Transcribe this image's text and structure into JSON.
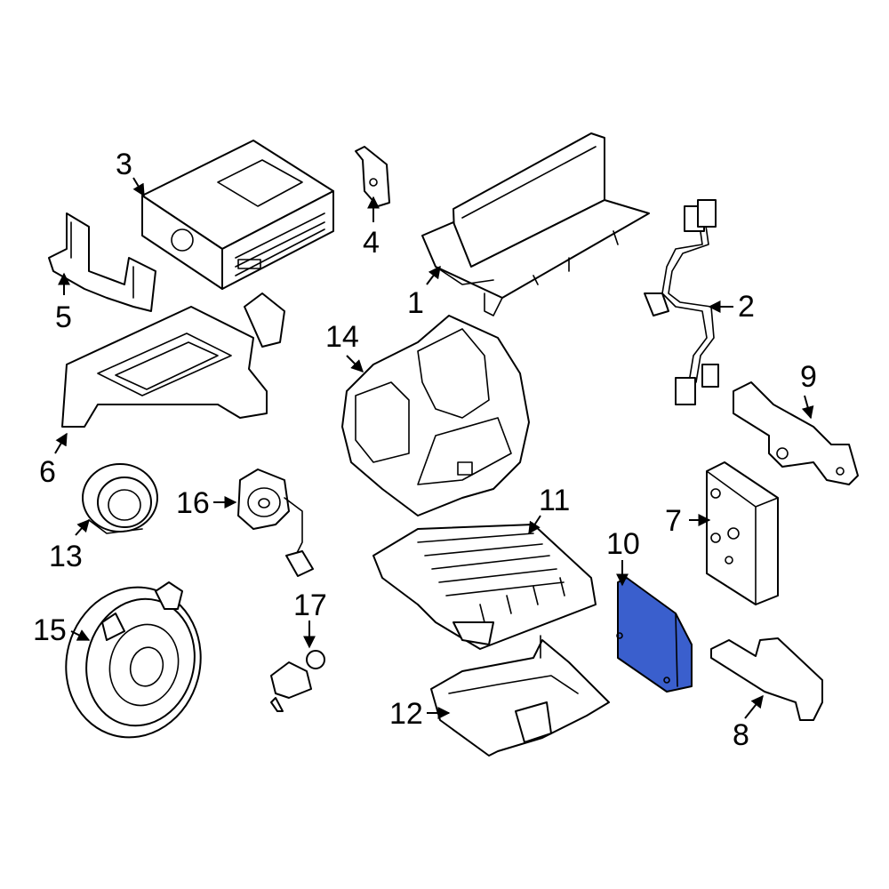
{
  "callouts": {
    "c1": "1",
    "c2": "2",
    "c3": "3",
    "c4": "4",
    "c5": "5",
    "c6": "6",
    "c7": "7",
    "c8": "8",
    "c9": "9",
    "c10": "10",
    "c11": "11",
    "c12": "12",
    "c13": "13",
    "c14": "14",
    "c15": "15",
    "c16": "16",
    "c17": "17"
  },
  "highlighted_part": "10",
  "colors": {
    "highlight": "#3a5fcd",
    "line": "#000000",
    "background": "#ffffff"
  }
}
